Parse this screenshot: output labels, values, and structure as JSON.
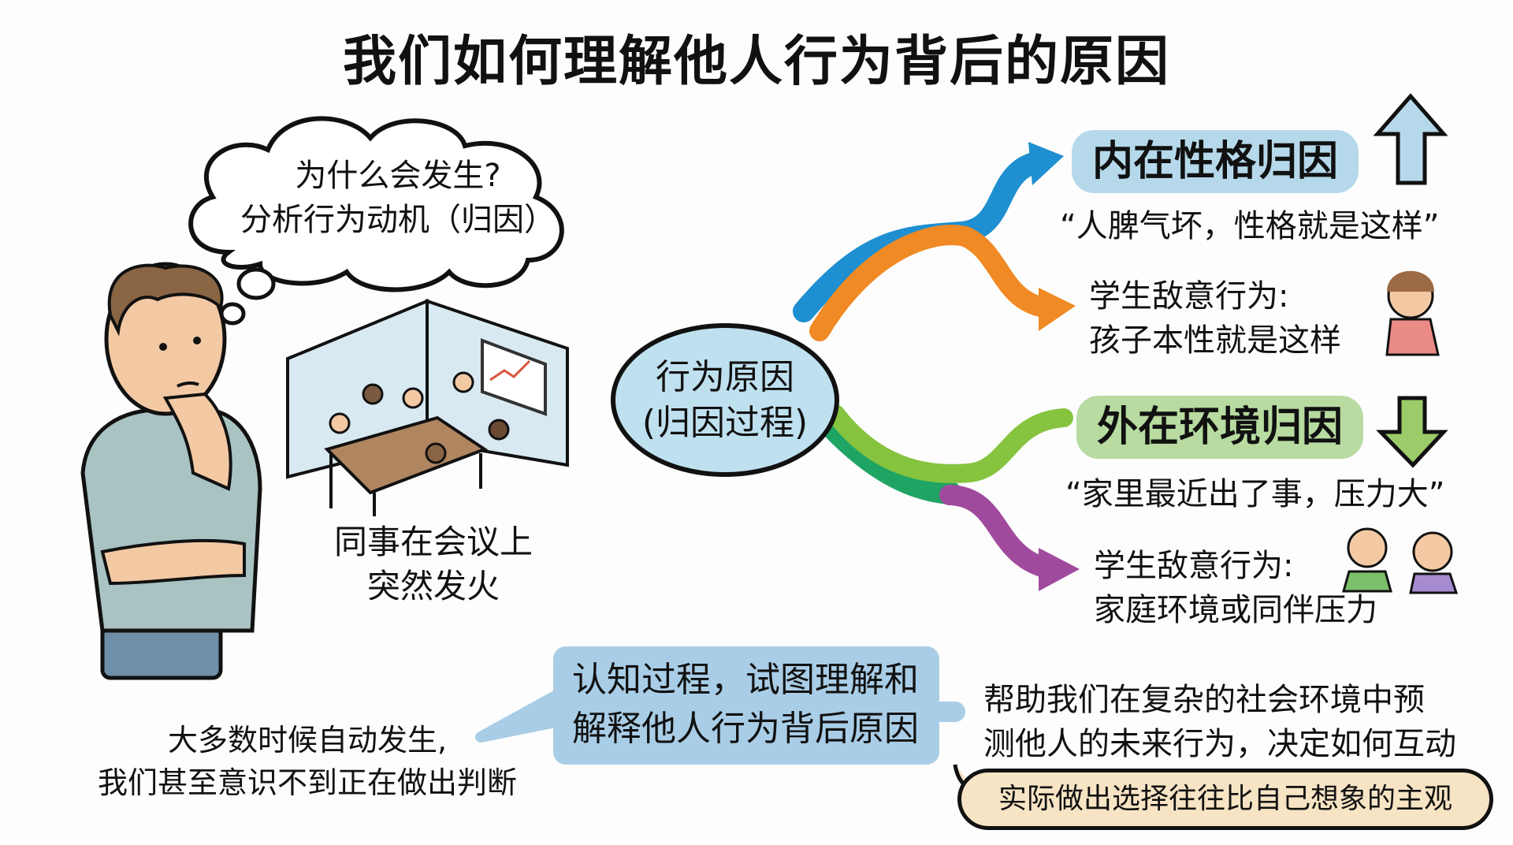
{
  "title": "我们如何理解他人行为背后的原因",
  "thought_cloud": {
    "line1": "为什么会发生?",
    "line2": "分析行为动机（归因）"
  },
  "meeting_scene": {
    "caption_line1": "同事在会议上",
    "caption_line2": "突然发火"
  },
  "center_node": {
    "line1": "行为原因",
    "line2": "(归因过程)"
  },
  "internal": {
    "label": "内在性格归因",
    "quote": "“人脾气坏，性格就是这样”",
    "example_line1": "学生敌意行为:",
    "example_line2": "孩子本性就是这样",
    "arrow_direction": "up"
  },
  "external": {
    "label": "外在环境归因",
    "quote": "“家里最近出了事，压力大”",
    "example_line1": "学生敌意行为:",
    "example_line2": "家庭环境或同伴压力",
    "arrow_direction": "down"
  },
  "bottom": {
    "left_note_line1": "大多数时候自动发生,",
    "left_note_line2": "我们甚至意识不到正在做出判断",
    "blue_bubble_line1": "认知过程，试图理解和",
    "blue_bubble_line2": "解释他人行为背后原因",
    "right_note_line1": "帮助我们在复杂的社会环境中预",
    "right_note_line2": "测他人的未来行为，决定如何互动",
    "tan_bubble": "实际做出选择往往比自己想象的主观"
  },
  "colors": {
    "branch_blue": "#1e8fd0",
    "branch_orange": "#f08a24",
    "branch_green_dark": "#1fa463",
    "branch_green_light": "#86c440",
    "branch_purple": "#a04a9e",
    "pill_blue": "#b5d9ea",
    "pill_green": "#b7dba0",
    "bubble_blue": "#a9cde6",
    "bubble_tan": "#f7e4c4"
  }
}
